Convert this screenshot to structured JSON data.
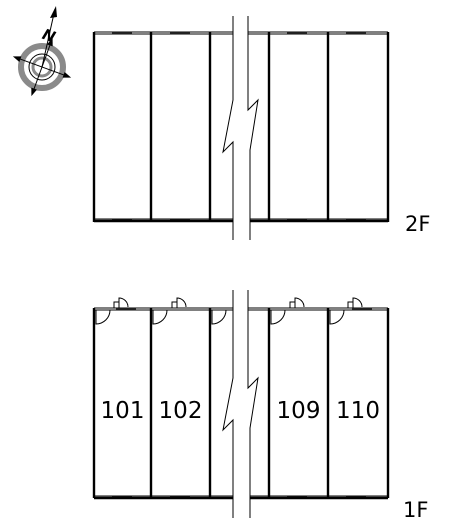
{
  "compass": {
    "north_letter": "N"
  },
  "floors": [
    {
      "id": "2F",
      "label": "2F",
      "units": []
    },
    {
      "id": "1F",
      "label": "1F",
      "units": [
        "101",
        "102",
        "109",
        "110"
      ]
    }
  ],
  "colors": {
    "line": "#000000",
    "background": "#ffffff",
    "compass_ring": "#8a8a8a"
  }
}
